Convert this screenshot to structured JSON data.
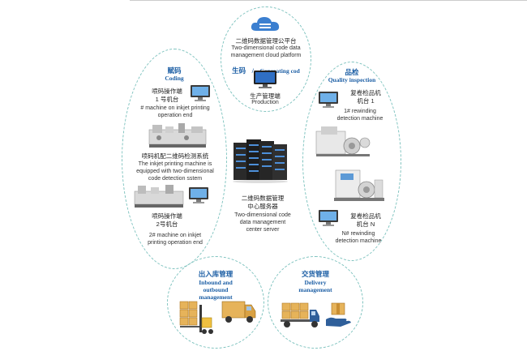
{
  "cloud": {
    "cn": "二维码数据管理公平台",
    "en1": "Two-dimensional code data",
    "en2": "management cloud platform",
    "gen_cn": "生码",
    "gen_sep": "/",
    "gen_en": "Generating cod",
    "prod_cn": "生产管理端",
    "prod_en": "Production"
  },
  "coding": {
    "title_cn": "赋码",
    "title_en": "Coding",
    "m1_cn1": "喷码操作端",
    "m1_cn2": "1 号机台",
    "m1_en1": "# machine on inkjet printing",
    "m1_en2": "operation end",
    "inspect_cn": "喷码机配二维码检测系统",
    "inspect_en1": "The inkjet printing machine is",
    "inspect_en2": "equipped with two-dimensional",
    "inspect_en3": "code detection sstem",
    "m2_cn1": "喷码操作端",
    "m2_cn2": "2号机台",
    "m2_en1": "2# machine on inkjet",
    "m2_en2": "printing operation end"
  },
  "server": {
    "cn1": "二维码数据管理",
    "cn2": "中心服务器",
    "en1": "Two-dimensional code",
    "en2": "data management",
    "en3": "center server"
  },
  "quality": {
    "title_cn": "品检",
    "title_en": "Quality inspection",
    "r1_cn1": "复卷检品机",
    "r1_cn2": "机台 1",
    "r1_en1": "1# rewinding",
    "r1_en2": "detection machine",
    "rn_cn1": "复卷检品机",
    "rn_cn2": "机台 N",
    "rn_en1": "N# rewinding",
    "rn_en2": "detection machine"
  },
  "inbound": {
    "title_cn": "出入库管理",
    "title_en1": "Inbound and",
    "title_en2": "outbound",
    "title_en3": "management"
  },
  "delivery": {
    "title_cn": "交货管理",
    "title_en1": "Delivery",
    "title_en2": "management"
  },
  "colors": {
    "dash": "#7fc3bf",
    "heading": "#1d5fa5",
    "cloud": "#3b7fd0",
    "box": "#e6b35a"
  }
}
